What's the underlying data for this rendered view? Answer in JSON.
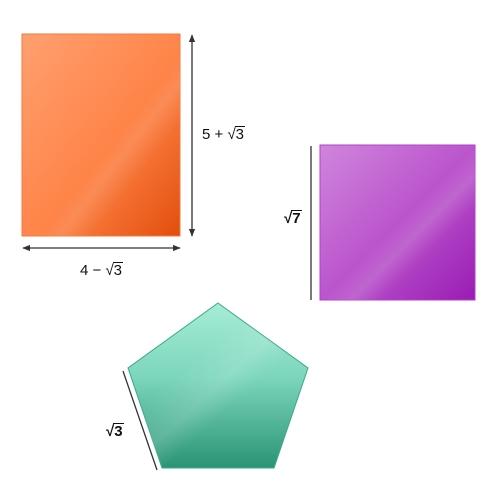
{
  "shapes": {
    "rectangle": {
      "width_label": {
        "prefix": "4 − ",
        "radicand": "3"
      },
      "height_label": {
        "prefix": "5 + ",
        "radicand": "3"
      },
      "colors": {
        "light": "#ffa070",
        "dark": "#e85010",
        "edge": "#f07a40"
      }
    },
    "square": {
      "side_label": {
        "prefix": "",
        "radicand": "7"
      },
      "colors": {
        "light": "#d48ae0",
        "dark": "#a020b8",
        "edge": "#b040c8"
      }
    },
    "pentagon": {
      "side_label": {
        "prefix": "",
        "radicand": "3"
      },
      "colors": {
        "light": "#9ee8d0",
        "dark": "#2e9a7a",
        "edge": "#3aaa88"
      }
    }
  },
  "line_color": "#333333"
}
